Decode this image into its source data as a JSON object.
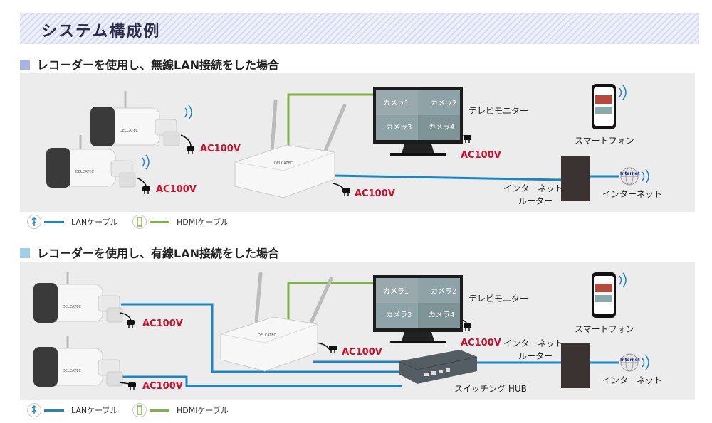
{
  "page_title": "システム構成例",
  "colors": {
    "lan": "#1a86c6",
    "hdmi": "#7cb342",
    "ac": "#c8102e",
    "panel": "#ececec"
  },
  "section1": {
    "title": "レコーダーを使用し、無線LAN接続をした場合",
    "tv_label": "テレビモニター",
    "phone_label": "スマートフォン",
    "router_label_1": "インターネット",
    "router_label_2": "ルーター",
    "internet_label": "インターネット",
    "ac_labels": [
      "AC100V",
      "AC100V",
      "AC100V",
      "AC100V"
    ],
    "camera_brand": "DELCATEC",
    "recorder_brand": "DELCATEC",
    "screen_cams": [
      "カメラ1",
      "カメラ2",
      "カメラ3",
      "カメラ4"
    ],
    "globe_text": "Internet"
  },
  "section2": {
    "title": "レコーダーを使用し、有線LAN接続をした場合",
    "tv_label": "テレビモニター",
    "phone_label": "スマートフォン",
    "router_label_1": "インターネット",
    "router_label_2": "ルーター",
    "internet_label": "インターネット",
    "hub_label": "スイッチング HUB",
    "ac_labels": [
      "AC100V",
      "AC100V",
      "AC100V",
      "AC100V"
    ],
    "camera_brand": "DELCATEC",
    "recorder_brand": "DELCATEC",
    "screen_cams": [
      "カメラ1",
      "カメラ2",
      "カメラ3",
      "カメラ4"
    ],
    "globe_text": "Internet"
  },
  "legend": {
    "lan": "LANケーブル",
    "hdmi": "HDMIケーブル"
  }
}
